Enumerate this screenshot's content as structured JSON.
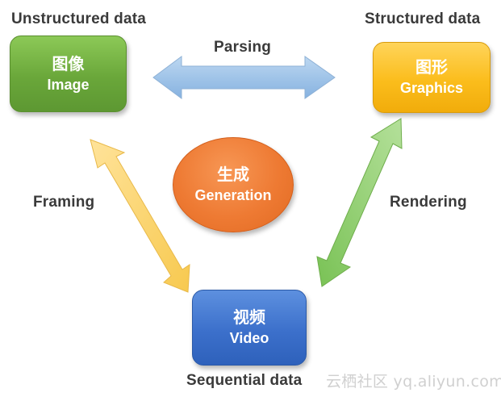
{
  "captions": {
    "unstructured": "Unstructured data",
    "structured": "Structured data",
    "sequential": "Sequential data"
  },
  "nodes": {
    "image": {
      "zh": "图像",
      "en": "Image",
      "color": "#6aa73a"
    },
    "graphics": {
      "zh": "图形",
      "en": "Graphics",
      "color": "#fbbd1c"
    },
    "video": {
      "zh": "视频",
      "en": "Video",
      "color": "#3c70cb"
    },
    "generation": {
      "zh": "生成",
      "en": "Generation",
      "color": "#ee7a33"
    }
  },
  "edges": {
    "parsing": {
      "label": "Parsing",
      "from": "Image",
      "to": "Graphics",
      "color": "#9dc3e6"
    },
    "framing": {
      "label": "Framing",
      "from": "Image",
      "to": "Video",
      "color": "#ffd966"
    },
    "rendering": {
      "label": "Rendering",
      "from": "Graphics",
      "to": "Video",
      "color": "#8ccf6a"
    }
  },
  "watermark": "云栖社区 yq.aliyun.com"
}
